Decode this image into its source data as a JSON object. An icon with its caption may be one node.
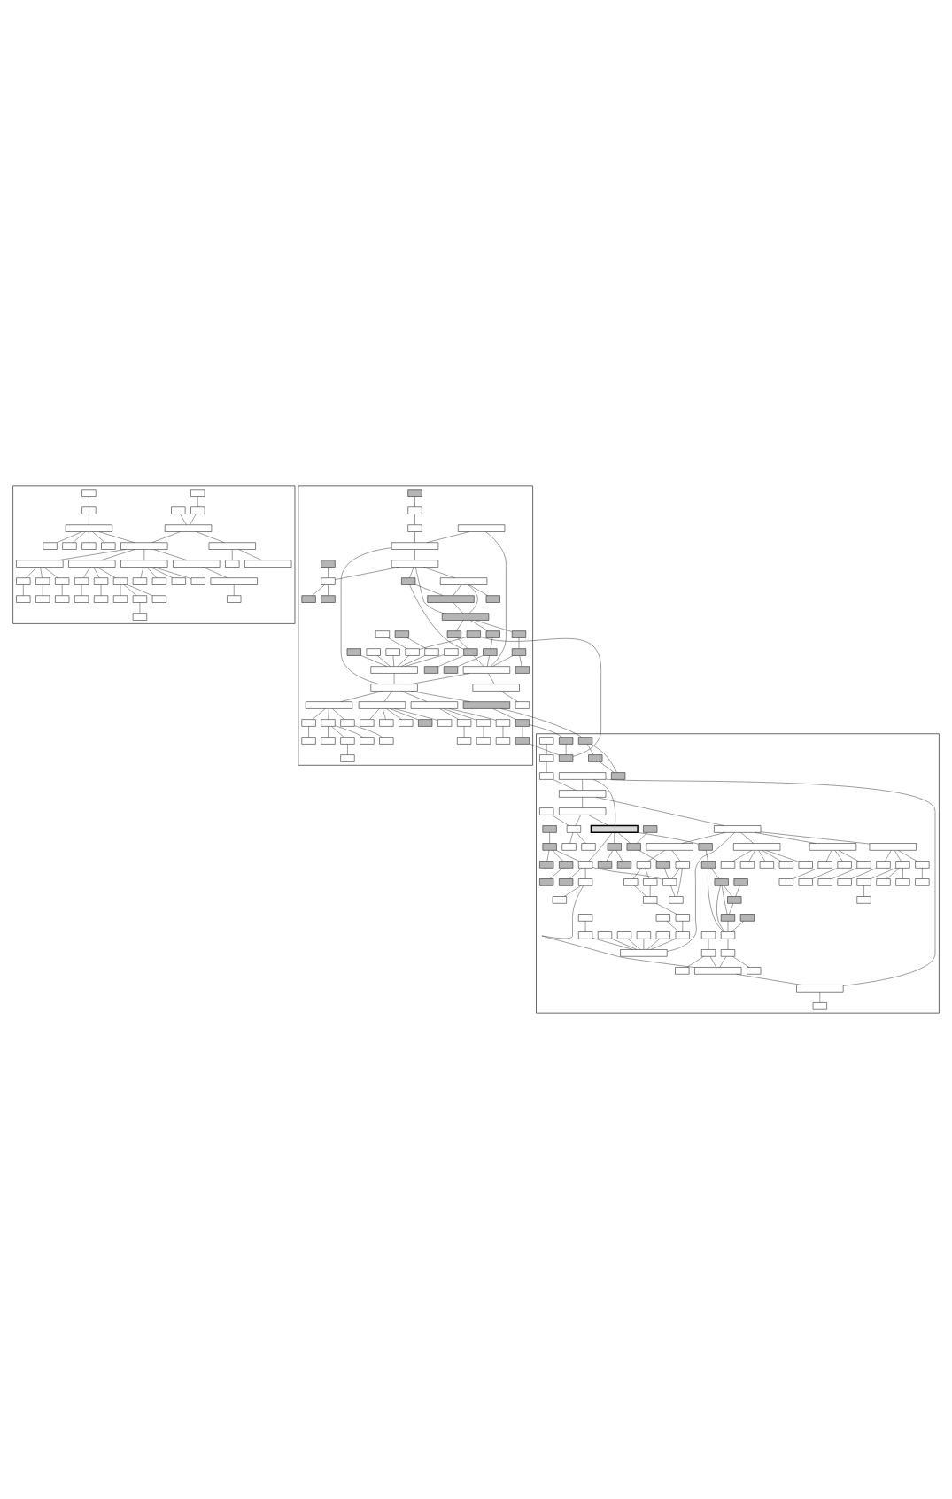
{
  "diagram": {
    "nodes": [
      {
        "text": [],
        "shape": "box"
      },
      {
        "text": [],
        "shape": "box"
      },
      {
        "text": [],
        "shape": "box"
      },
      {
        "text": [],
        "shape": "box",
        "in": 0
      },
      {
        "text": [],
        "shape": "box",
        "in": 0
      },
      {
        "text": [],
        "shape": "box",
        "in": 0
      },
      {
        "text": [],
        "shape": "box",
        "in": 0
      },
      {
        "text": [],
        "shape": "box",
        "in": 0
      },
      {
        "text": [],
        "shape": "box",
        "in": 0
      },
      {
        "text": [],
        "shape": "box",
        "in": 0
      },
      {
        "text": [],
        "shape": "box",
        "in": 0
      },
      {
        "text": [],
        "shape": "box",
        "in": 0
      },
      {
        "text": [],
        "shape": "box",
        "in": 0
      },
      {
        "text": [],
        "shape": "box",
        "in": 0
      },
      {
        "text": [],
        "shape": "box",
        "in": 0
      },
      {
        "text": [],
        "shape": "box",
        "in": 0
      },
      {
        "text": [],
        "shape": "box",
        "in": 0
      },
      {
        "text": [],
        "shape": "box",
        "in": 0
      },
      {
        "text": [],
        "shape": "box",
        "in": 0
      },
      {
        "text": [],
        "shape": "box",
        "in": 0
      },
      {
        "text": [],
        "shape": "box",
        "in": 0
      },
      {
        "text": [],
        "shape": "box",
        "in": 0
      },
      {
        "text": [],
        "shape": "box",
        "in": 0
      },
      {
        "text": [],
        "shape": "box",
        "in": 0
      },
      {
        "text": [],
        "shape": "box",
        "in": 0
      },
      {
        "text": [],
        "shape": "box",
        "in": 0
      },
      {
        "text": [],
        "shape": "box",
        "in": 0
      },
      {
        "text": [],
        "shape": "box",
        "in": 0
      },
      {
        "text": [],
        "shape": "box",
        "in": 0
      },
      {
        "text": [],
        "shape": "box",
        "in": 0
      },
      {
        "text": [],
        "shape": "box",
        "in": 0
      },
      {
        "text": [],
        "shape": "box",
        "in": 0
      },
      {
        "text": [],
        "shape": "box",
        "in": 0
      },
      {
        "text": [],
        "shape": "box",
        "in": 0
      },
      {
        "text": [],
        "shape": "box",
        "in": 0
      },
      {
        "text": [],
        "shape": "box",
        "in": 0
      },
      {
        "text": [],
        "shape": "box",
        "in": 0
      },
      {
        "text": [],
        "shape": "box",
        "in": 0
      },
      {
        "text": [],
        "shape": "box",
        "in": 0
      },
      {
        "text": [],
        "shape": "box",
        "in": 0
      },
      {
        "text": [],
        "shape": "box",
        "in": 0
      },
      {
        "text": [],
        "shape": "box",
        "in": 0
      },
      {
        "text": [],
        "shape": "box",
        "in": 0
      },
      {
        "text": [],
        "shape": "box",
        "in": 1
      },
      {
        "text": [],
        "shape": "box",
        "in": 1
      },
      {
        "text": [],
        "shape": "box",
        "in": 1
      },
      {
        "text": [],
        "shape": "box",
        "in": 1
      },
      {
        "text": [],
        "shape": "box",
        "in": 1
      },
      {
        "text": [],
        "shape": "box",
        "in": 1
      },
      {
        "text": [],
        "shape": "box",
        "in": 1
      },
      {
        "text": [],
        "shape": "box",
        "in": 1
      },
      {
        "text": [],
        "shape": "box",
        "in": 1
      },
      {
        "text": [],
        "shape": "box",
        "in": 1
      },
      {
        "text": [],
        "shape": "box",
        "in": 1
      },
      {
        "text": [],
        "shape": "box",
        "in": 1
      },
      {
        "text": [],
        "shape": "box",
        "in": 1
      },
      {
        "text": [],
        "shape": "box",
        "in": 1
      },
      {
        "text": [],
        "shape": "box",
        "in": 1
      },
      {
        "text": [],
        "shape": "box",
        "in": 1
      },
      {
        "text": [],
        "shape": "box",
        "in": 1
      },
      {
        "text": [],
        "shape": "box",
        "in": 1
      },
      {
        "text": [],
        "shape": "box",
        "in": 1
      },
      {
        "text": [],
        "shape": "box",
        "in": 1
      },
      {
        "text": [],
        "shape": "box",
        "in": 1
      },
      {
        "text": [],
        "shape": "box",
        "in": 1
      },
      {
        "text": [],
        "shape": "box",
        "in": 1
      },
      {
        "text": [],
        "shape": "box",
        "in": 1
      },
      {
        "text": [],
        "shape": "box",
        "in": 1
      },
      {
        "text": [],
        "shape": "box",
        "in": 1
      },
      {
        "text": [],
        "shape": "box",
        "in": 1
      },
      {
        "text": [],
        "shape": "box",
        "in": 1
      },
      {
        "text": [],
        "shape": "box",
        "in": 1
      },
      {
        "text": [],
        "shape": "box",
        "in": 1
      },
      {
        "text": [],
        "shape": "box",
        "in": 1
      },
      {
        "text": [],
        "shape": "box",
        "in": 1
      },
      {
        "text": [],
        "shape": "box",
        "in": 1
      },
      {
        "text": [],
        "shape": "box",
        "in": 1
      },
      {
        "text": [],
        "shape": "box",
        "in": 1
      },
      {
        "text": [],
        "shape": "box",
        "in": 1
      },
      {
        "text": [],
        "shape": "box",
        "in": 1
      },
      {
        "text": [],
        "shape": "box",
        "in": 1
      },
      {
        "text": [],
        "shape": "box",
        "in": 1
      },
      {
        "text": [],
        "shape": "box",
        "in": 1
      },
      {
        "text": [],
        "shape": "box",
        "in": 1
      },
      {
        "text": [],
        "shape": "box",
        "in": 1
      },
      {
        "text": [],
        "shape": "box",
        "in": 1
      },
      {
        "text": [],
        "shape": "box",
        "in": 1
      },
      {
        "text": [],
        "shape": "box",
        "in": 1
      },
      {
        "text": [],
        "shape": "box",
        "in": 1
      },
      {
        "text": [],
        "shape": "box",
        "in": 1
      },
      {
        "text": [],
        "shape": "box",
        "in": 1
      },
      {
        "text": [],
        "shape": "box",
        "in": 1
      },
      {
        "text": [],
        "shape": "box",
        "in": 1
      },
      {
        "text": [],
        "shape": "box",
        "in": 1
      },
      {
        "text": [],
        "shape": "box",
        "in": 1
      },
      {
        "text": [],
        "shape": "box",
        "in": 1
      },
      {
        "text": [],
        "shape": "box",
        "in": 1
      },
      {
        "text": [],
        "shape": "box",
        "in": 1
      },
      {
        "text": [],
        "shape": "box",
        "in": 1
      },
      {
        "text": [],
        "shape": "box",
        "in": 1
      },
      {
        "text": [],
        "shape": "box",
        "in": 1
      },
      {
        "text": [],
        "shape": "box",
        "in": 1
      },
      {
        "text": [],
        "shape": "box",
        "in": 1
      },
      {
        "text": [],
        "shape": "box",
        "in": 1
      },
      {
        "text": [],
        "shape": "box",
        "in": 1
      },
      {
        "text": [],
        "shape": "box",
        "in": 1
      },
      {
        "text": [],
        "shape": "box",
        "in": 1
      },
      {
        "text": [],
        "shape": "box",
        "in": 2
      },
      {
        "text": [],
        "shape": "box",
        "in": 2
      },
      {
        "text": [],
        "shape": "box",
        "in": 2
      },
      {
        "text": [],
        "shape": "box",
        "in": 2
      },
      {
        "text": [],
        "shape": "box",
        "in": 2
      },
      {
        "text": [],
        "shape": "box",
        "in": 2
      },
      {
        "text": [],
        "shape": "box",
        "in": 2
      },
      {
        "text": [],
        "shape": "box",
        "in": 2
      },
      {
        "text": [],
        "shape": "box",
        "in": 2
      },
      {
        "text": [],
        "shape": "box",
        "in": 2
      },
      {
        "text": [],
        "shape": "box",
        "in": 2
      },
      {
        "text": [],
        "shape": "box",
        "in": 2
      },
      {
        "text": [],
        "shape": "box",
        "in": 2
      },
      {
        "text": [],
        "shape": "box",
        "in": 2
      },
      {
        "text": [],
        "shape": "box",
        "in": 2
      },
      {
        "text": [],
        "shape": "box",
        "in": 2
      },
      {
        "text": [],
        "shape": "box",
        "in": 2
      },
      {
        "text": [],
        "shape": "box",
        "in": 2
      },
      {
        "text": [],
        "shape": "box",
        "in": 2
      },
      {
        "text": [],
        "shape": "box",
        "in": 2
      },
      {
        "text": [],
        "shape": "box",
        "in": 2
      },
      {
        "text": [],
        "shape": "box",
        "in": 2
      },
      {
        "text": [],
        "shape": "box",
        "in": 2
      },
      {
        "text": [],
        "shape": "box",
        "in": 2
      },
      {
        "text": [],
        "shape": "box",
        "in": 2
      },
      {
        "text": [],
        "shape": "box",
        "in": 2
      },
      {
        "text": [],
        "shape": "box",
        "in": 2
      },
      {
        "text": [],
        "shape": "box",
        "in": 2
      },
      {
        "text": [],
        "shape": "box",
        "in": 2
      },
      {
        "text": [],
        "shape": "box",
        "in": 2
      },
      {
        "text": [],
        "shape": "box",
        "in": 2
      },
      {
        "text": [],
        "shape": "box",
        "in": 2
      },
      {
        "text": [],
        "shape": "box",
        "in": 2
      },
      {
        "text": [],
        "shape": "box",
        "in": 2
      },
      {
        "text": [],
        "shape": "box",
        "in": 2
      },
      {
        "text": [],
        "shape": "box",
        "in": 2
      },
      {
        "text": [],
        "shape": "box",
        "in": 2
      },
      {
        "text": [],
        "shape": "box",
        "in": 2
      },
      {
        "text": [],
        "shape": "box",
        "in": 2
      },
      {
        "text": [],
        "shape": "box",
        "in": 2
      },
      {
        "text": [],
        "shape": "box",
        "in": 2
      },
      {
        "text": [],
        "shape": "box",
        "in": 2
      },
      {
        "text": [],
        "shape": "box",
        "in": 2
      },
      {
        "text": [],
        "shape": "box",
        "in": 2
      },
      {
        "text": [],
        "shape": "box",
        "in": 2
      },
      {
        "text": [],
        "shape": "box",
        "in": 2
      },
      {
        "text": [],
        "shape": "box",
        "in": 2
      },
      {
        "text": [],
        "shape": "box",
        "in": 2
      },
      {
        "text": [],
        "shape": "box",
        "in": 2
      },
      {
        "text": [],
        "shape": "box",
        "in": 2
      },
      {
        "text": [],
        "shape": "box",
        "in": 2
      },
      {
        "text": [],
        "shape": "box",
        "in": 2
      },
      {
        "text": [],
        "shape": "box",
        "in": 2
      },
      {
        "text": [],
        "shape": "box",
        "in": 2
      },
      {
        "text": [],
        "shape": "box",
        "in": 2
      },
      {
        "text": [],
        "shape": "box",
        "in": 2
      },
      {
        "text": [],
        "shape": "box",
        "in": 2
      },
      {
        "text": [],
        "shape": "box",
        "in": 2
      },
      {
        "text": [],
        "shape": "box",
        "in": 2
      },
      {
        "text": [],
        "shape": "box",
        "in": 2
      },
      {
        "text": [],
        "shape": "box",
        "in": 2
      },
      {
        "text": [],
        "shape": "box",
        "in": 2
      },
      {
        "text": [],
        "shape": "box",
        "in": 2
      },
      {
        "text": [],
        "shape": "box",
        "in": 2
      },
      {
        "text": [],
        "shape": "box",
        "in": 2
      },
      {
        "text": [],
        "shape": "box",
        "in": 2
      },
      {
        "text": [],
        "shape": "box",
        "in": 2
      },
      {
        "text": [],
        "shape": "box",
        "in": 2
      },
      {
        "text": [],
        "shape": "box",
        "in": 2
      },
      {
        "text": [],
        "shape": "box",
        "in": 2
      },
      {
        "text": [],
        "shape": "box",
        "in": 2
      },
      {
        "text": [],
        "shape": "box",
        "in": 2
      },
      {
        "text": [],
        "shape": "box",
        "in": 2
      },
      {
        "text": [],
        "shape": "box",
        "in": 2
      },
      {
        "text": [],
        "shape": "box",
        "in": 2
      },
      {
        "text": [],
        "shape": "box",
        "in": 2
      },
      {
        "text": [],
        "shape": "box",
        "in": 2
      },
      {
        "text": [],
        "shape": "box",
        "in": 2
      },
      {
        "text": [],
        "shape": "box",
        "in": 2
      },
      {
        "text": [],
        "shape": "box",
        "in": 2
      },
      {
        "text": [],
        "shape": "box",
        "in": 2
      },
      {
        "text": [],
        "shape": "box",
        "in": 2
      },
      {
        "text": [],
        "shape": "box",
        "in": 2
      },
      {
        "text": [],
        "shape": "box",
        "in": 2
      },
      {
        "text": [],
        "shape": "box",
        "in": 2
      },
      {
        "text": [],
        "shape": "box",
        "in": 2
      },
      {
        "text": [],
        "shape": "box",
        "in": 2
      },
      {
        "text": [],
        "shape": "box",
        "in": 2
      },
      {
        "text": [],
        "shape": "box",
        "in": 2
      }
    ],
    "edges": [
      {
        "from": 3,
        "to": 4,
        "arrow": "none"
      },
      {
        "from": 4,
        "to": 6,
        "arrow": "none"
      },
      {
        "from": 5,
        "to": 6,
        "arrow": "none"
      },
      {
        "from": 6,
        "to": 9,
        "arrow": "none"
      },
      {
        "from": 9,
        "to": 10,
        "arrow": "none"
      },
      {
        "from": 9,
        "to": 22,
        "arrow": "none"
      },
      {
        "from": 6,
        "to": 25,
        "arrow": "none"
      },
      {
        "from": 7,
        "to": 8,
        "arrow": "none"
      },
      {
        "from": 8,
        "to": 23,
        "arrow": "none"
      },
      {
        "from": 23,
        "to": 12,
        "arrow": "none"
      },
      {
        "from": 23,
        "to": 13,
        "arrow": "none"
      },
      {
        "from": 23,
        "to": 14,
        "arrow": "none"
      },
      {
        "from": 23,
        "to": 15,
        "arrow": "none"
      },
      {
        "from": 23,
        "to": 25,
        "arrow": "none"
      },
      {
        "from": 25,
        "to": 11,
        "arrow": "none"
      },
      {
        "from": 11,
        "to": 16,
        "arrow": "none"
      },
      {
        "from": 11,
        "to": 17,
        "arrow": "none"
      },
      {
        "from": 11,
        "to": 18,
        "arrow": "none"
      },
      {
        "from": 16,
        "to": 19,
        "arrow": "none"
      },
      {
        "from": 17,
        "to": 20,
        "arrow": "none"
      },
      {
        "from": 18,
        "to": 21,
        "arrow": "none"
      },
      {
        "from": 25,
        "to": 24,
        "arrow": "none"
      },
      {
        "from": 24,
        "to": 26,
        "arrow": "none"
      },
      {
        "from": 24,
        "to": 27,
        "arrow": "none"
      },
      {
        "from": 24,
        "to": 28,
        "arrow": "none"
      },
      {
        "from": 26,
        "to": 29,
        "arrow": "none"
      },
      {
        "from": 27,
        "to": 30,
        "arrow": "none"
      },
      {
        "from": 28,
        "to": 31,
        "arrow": "none"
      },
      {
        "from": 28,
        "to": 32,
        "arrow": "none"
      },
      {
        "from": 28,
        "to": 33,
        "arrow": "none"
      },
      {
        "from": 32,
        "to": 35,
        "arrow": "none"
      },
      {
        "from": 25,
        "to": 34,
        "arrow": "none"
      },
      {
        "from": 34,
        "to": 36,
        "arrow": "none"
      },
      {
        "from": 34,
        "to": 37,
        "arrow": "none"
      },
      {
        "from": 34,
        "to": 38,
        "arrow": "none"
      },
      {
        "from": 34,
        "to": 39,
        "arrow": "none"
      },
      {
        "from": 25,
        "to": 40,
        "arrow": "none"
      },
      {
        "from": 40,
        "to": 41,
        "arrow": "none"
      },
      {
        "from": 41,
        "to": 42,
        "arrow": "none"
      },
      {
        "from": 43,
        "to": 44,
        "arrow": "none"
      },
      {
        "from": 44,
        "to": 45,
        "arrow": "none"
      },
      {
        "from": 45,
        "to": 47,
        "arrow": "none"
      },
      {
        "from": 46,
        "to": 47,
        "arrow": "none"
      },
      {
        "from": 47,
        "to": 48,
        "arrow": "none"
      },
      {
        "from": 48,
        "to": 51,
        "arrow": "none"
      },
      {
        "from": 49,
        "to": 51,
        "arrow": "none"
      },
      {
        "from": 51,
        "to": 50,
        "arrow": "none"
      },
      {
        "from": 51,
        "to": 52,
        "arrow": "none"
      },
      {
        "from": 48,
        "to": 54,
        "arrow": "none"
      },
      {
        "from": 48,
        "to": 57,
        "arrow": "none"
      },
      {
        "from": 48,
        "to": 53,
        "arrow": "none"
      },
      {
        "from": 54,
        "to": 55,
        "arrow": "none"
      },
      {
        "from": 54,
        "to": 57,
        "arrow": "none"
      },
      {
        "from": 54,
        "to": 56,
        "arrow": "none"
      },
      {
        "from": 53,
        "to": 56,
        "arrow": "none"
      },
      {
        "from": 56,
        "to": 57,
        "arrow": "none"
      },
      {
        "from": 53,
        "to": 63,
        "arrow": "none"
      },
      {
        "from": 57,
        "to": 58,
        "arrow": "none"
      },
      {
        "from": 57,
        "to": 59,
        "arrow": "none"
      },
      {
        "from": 57,
        "to": 60,
        "arrow": "none"
      },
      {
        "from": 58,
        "to": 61,
        "arrow": "none"
      },
      {
        "from": 59,
        "to": 62,
        "arrow": "none"
      },
      {
        "from": 60,
        "to": 63,
        "arrow": "none"
      },
      {
        "from": 61,
        "to": 64,
        "arrow": "none"
      },
      {
        "from": 62,
        "to": 65,
        "arrow": "none"
      },
      {
        "from": 63,
        "to": 66,
        "arrow": "none"
      },
      {
        "from": 61,
        "to": 67,
        "arrow": "none"
      },
      {
        "from": 62,
        "to": 67,
        "arrow": "none"
      },
      {
        "from": 63,
        "to": 67,
        "arrow": "none"
      },
      {
        "from": 67,
        "to": 68,
        "arrow": "none"
      },
      {
        "from": 68,
        "to": 69,
        "arrow": "none"
      },
      {
        "from": 46,
        "to": 67,
        "arrow": "none"
      },
      {
        "from": 47,
        "to": 80,
        "arrow": "none"
      },
      {
        "from": 67,
        "to": 80,
        "arrow": "none"
      },
      {
        "from": 70,
        "to": 71,
        "arrow": "none"
      },
      {
        "from": 71,
        "to": 79,
        "arrow": "none"
      },
      {
        "from": 72,
        "to": 73,
        "arrow": "none"
      },
      {
        "from": 73,
        "to": 79,
        "arrow": "none"
      },
      {
        "from": 74,
        "to": 79,
        "arrow": "none"
      },
      {
        "from": 75,
        "to": 79,
        "arrow": "none"
      },
      {
        "from": 76,
        "to": 79,
        "arrow": "none"
      },
      {
        "from": 77,
        "to": 79,
        "arrow": "none"
      },
      {
        "from": 79,
        "to": 80,
        "arrow": "none"
      },
      {
        "from": 80,
        "to": 78,
        "arrow": "none"
      },
      {
        "from": 78,
        "to": 81,
        "arrow": "none"
      },
      {
        "from": 78,
        "to": 82,
        "arrow": "none"
      },
      {
        "from": 78,
        "to": 83,
        "arrow": "none"
      },
      {
        "from": 81,
        "to": 84,
        "arrow": "none"
      },
      {
        "from": 82,
        "to": 85,
        "arrow": "none"
      },
      {
        "from": 83,
        "to": 86,
        "arrow": "none"
      },
      {
        "from": 80,
        "to": 87,
        "arrow": "none"
      },
      {
        "from": 87,
        "to": 88,
        "arrow": "none"
      },
      {
        "from": 87,
        "to": 89,
        "arrow": "none"
      },
      {
        "from": 87,
        "to": 90,
        "arrow": "none"
      },
      {
        "from": 88,
        "to": 91,
        "arrow": "none"
      },
      {
        "from": 89,
        "to": 92,
        "arrow": "none"
      },
      {
        "from": 90,
        "to": 93,
        "arrow": "none"
      },
      {
        "from": 90,
        "to": 94,
        "arrow": "none"
      },
      {
        "from": 90,
        "to": 95,
        "arrow": "none"
      },
      {
        "from": 94,
        "to": 96,
        "arrow": "none"
      },
      {
        "from": 80,
        "to": 97,
        "arrow": "none"
      },
      {
        "from": 97,
        "to": 98,
        "arrow": "none"
      },
      {
        "from": 97,
        "to": 99,
        "arrow": "none"
      },
      {
        "from": 97,
        "to": 100,
        "arrow": "none"
      },
      {
        "from": 97,
        "to": 101,
        "arrow": "none"
      },
      {
        "from": 97,
        "to": 102,
        "arrow": "none"
      },
      {
        "from": 80,
        "to": 103,
        "arrow": "none"
      },
      {
        "from": 103,
        "to": 108,
        "arrow": "none"
      },
      {
        "from": 103,
        "to": 106,
        "arrow": "none"
      },
      {
        "from": 108,
        "to": 110,
        "arrow": "none"
      },
      {
        "from": 108,
        "to": 111,
        "arrow": "none"
      },
      {
        "from": 110,
        "to": 111,
        "arrow": "none"
      },
      {
        "from": 106,
        "to": 105,
        "arrow": "none"
      },
      {
        "from": 106,
        "to": 109,
        "arrow": "none"
      },
      {
        "from": 105,
        "to": 107,
        "arrow": "none"
      },
      {
        "from": 109,
        "to": 107,
        "arrow": "none"
      },
      {
        "from": 107,
        "to": 104,
        "arrow": "none"
      },
      {
        "from": 104,
        "to": 71,
        "arrow": "none"
      },
      {
        "from": 112,
        "to": 113,
        "arrow": "none"
      },
      {
        "from": 113,
        "to": 114,
        "arrow": "none"
      },
      {
        "from": 114,
        "to": 116,
        "arrow": "none"
      },
      {
        "from": 115,
        "to": 116,
        "arrow": "none"
      },
      {
        "from": 116,
        "to": 117,
        "arrow": "none"
      },
      {
        "from": 117,
        "to": 120,
        "arrow": "none"
      },
      {
        "from": 118,
        "to": 120,
        "arrow": "none"
      },
      {
        "from": 120,
        "to": 119,
        "arrow": "none"
      },
      {
        "from": 120,
        "to": 121,
        "arrow": "none"
      },
      {
        "from": 117,
        "to": 122,
        "arrow": "none"
      },
      {
        "from": 115,
        "to": 122,
        "arrow": "none"
      },
      {
        "from": 115,
        "to": 152,
        "arrow": "none"
      },
      {
        "from": 122,
        "to": 125,
        "arrow": "none"
      },
      {
        "from": 125,
        "to": 123,
        "arrow": "none"
      },
      {
        "from": 125,
        "to": 124,
        "arrow": "none"
      },
      {
        "from": 122,
        "to": 126,
        "arrow": "none"
      },
      {
        "from": 126,
        "to": 132,
        "arrow": "none"
      },
      {
        "from": 127,
        "to": 128,
        "arrow": "none"
      },
      {
        "from": 130,
        "to": 128,
        "arrow": "none"
      },
      {
        "from": 130,
        "to": 133,
        "arrow": "none"
      },
      {
        "from": 128,
        "to": 133,
        "arrow": "none"
      },
      {
        "from": 132,
        "to": 130,
        "arrow": "none"
      },
      {
        "from": 130,
        "to": 141,
        "arrow": "none"
      },
      {
        "from": 132,
        "to": 141,
        "arrow": "none"
      },
      {
        "from": 133,
        "to": 141,
        "arrow": "none"
      },
      {
        "from": 137,
        "to": 141,
        "arrow": "none"
      },
      {
        "from": 141,
        "to": 146,
        "arrow": "none"
      },
      {
        "from": 122,
        "to": 142,
        "arrow": "none"
      },
      {
        "from": 122,
        "to": 131,
        "arrow": "none"
      },
      {
        "from": 129,
        "to": 131,
        "arrow": "none"
      },
      {
        "from": 131,
        "to": 135,
        "arrow": "none"
      },
      {
        "from": 135,
        "to": 194,
        "arrow": "none"
      },
      {
        "from": 142,
        "to": 194,
        "arrow": "none"
      },
      {
        "from": 134,
        "to": 136,
        "arrow": "none"
      },
      {
        "from": 136,
        "to": 138,
        "arrow": "none"
      },
      {
        "from": 136,
        "to": 139,
        "arrow": "none"
      },
      {
        "from": 139,
        "to": 140,
        "arrow": "none"
      },
      {
        "from": 136,
        "to": 142,
        "arrow": "none"
      },
      {
        "from": 142,
        "to": 144,
        "arrow": "none"
      },
      {
        "from": 142,
        "to": 147,
        "arrow": "none"
      },
      {
        "from": 143,
        "to": 145,
        "arrow": "none"
      },
      {
        "from": 145,
        "to": 148,
        "arrow": "none"
      },
      {
        "from": 145,
        "to": 151,
        "arrow": "none"
      },
      {
        "from": 146,
        "to": 149,
        "arrow": "none"
      },
      {
        "from": 146,
        "to": 151,
        "arrow": "none"
      },
      {
        "from": 147,
        "to": 150,
        "arrow": "none"
      },
      {
        "from": 147,
        "to": 151,
        "arrow": "none"
      },
      {
        "from": 151,
        "to": 152,
        "arrow": "none"
      },
      {
        "from": 152,
        "to": 153,
        "arrow": "none"
      },
      {
        "from": 116,
        "to": 164,
        "arrow": "none"
      },
      {
        "from": 154,
        "to": 155,
        "arrow": "none"
      },
      {
        "from": 155,
        "to": 163,
        "arrow": "none"
      },
      {
        "from": 156,
        "to": 157,
        "arrow": "none"
      },
      {
        "from": 157,
        "to": 163,
        "arrow": "none"
      },
      {
        "from": 158,
        "to": 163,
        "arrow": "none"
      },
      {
        "from": 159,
        "to": 163,
        "arrow": "none"
      },
      {
        "from": 160,
        "to": 163,
        "arrow": "none"
      },
      {
        "from": 161,
        "to": 163,
        "arrow": "none"
      },
      {
        "from": 163,
        "to": 164,
        "arrow": "none"
      },
      {
        "from": 164,
        "to": 162,
        "arrow": "none"
      },
      {
        "from": 162,
        "to": 165,
        "arrow": "none"
      },
      {
        "from": 162,
        "to": 166,
        "arrow": "none"
      },
      {
        "from": 162,
        "to": 167,
        "arrow": "none"
      },
      {
        "from": 165,
        "to": 168,
        "arrow": "none"
      },
      {
        "from": 166,
        "to": 169,
        "arrow": "none"
      },
      {
        "from": 167,
        "to": 170,
        "arrow": "none"
      },
      {
        "from": 164,
        "to": 171,
        "arrow": "none"
      },
      {
        "from": 171,
        "to": 172,
        "arrow": "none"
      },
      {
        "from": 171,
        "to": 173,
        "arrow": "none"
      },
      {
        "from": 171,
        "to": 174,
        "arrow": "none"
      },
      {
        "from": 172,
        "to": 175,
        "arrow": "none"
      },
      {
        "from": 173,
        "to": 176,
        "arrow": "none"
      },
      {
        "from": 174,
        "to": 177,
        "arrow": "none"
      },
      {
        "from": 174,
        "to": 178,
        "arrow": "none"
      },
      {
        "from": 174,
        "to": 179,
        "arrow": "none"
      },
      {
        "from": 178,
        "to": 180,
        "arrow": "none"
      },
      {
        "from": 164,
        "to": 181,
        "arrow": "none"
      },
      {
        "from": 181,
        "to": 182,
        "arrow": "none"
      },
      {
        "from": 181,
        "to": 183,
        "arrow": "none"
      },
      {
        "from": 181,
        "to": 184,
        "arrow": "none"
      },
      {
        "from": 181,
        "to": 185,
        "arrow": "none"
      },
      {
        "from": 181,
        "to": 186,
        "arrow": "none"
      },
      {
        "from": 164,
        "to": 187,
        "arrow": "none"
      },
      {
        "from": 187,
        "to": 192,
        "arrow": "none"
      },
      {
        "from": 187,
        "to": 190,
        "arrow": "none"
      },
      {
        "from": 192,
        "to": 194,
        "arrow": "none"
      },
      {
        "from": 192,
        "to": 195,
        "arrow": "none"
      },
      {
        "from": 194,
        "to": 195,
        "arrow": "none"
      },
      {
        "from": 190,
        "to": 189,
        "arrow": "none"
      },
      {
        "from": 190,
        "to": 193,
        "arrow": "none"
      },
      {
        "from": 189,
        "to": 191,
        "arrow": "none"
      },
      {
        "from": 193,
        "to": 191,
        "arrow": "none"
      },
      {
        "from": 191,
        "to": 188,
        "arrow": "none"
      },
      {
        "from": 188,
        "to": 155,
        "arrow": "none"
      }
    ]
  }
}
